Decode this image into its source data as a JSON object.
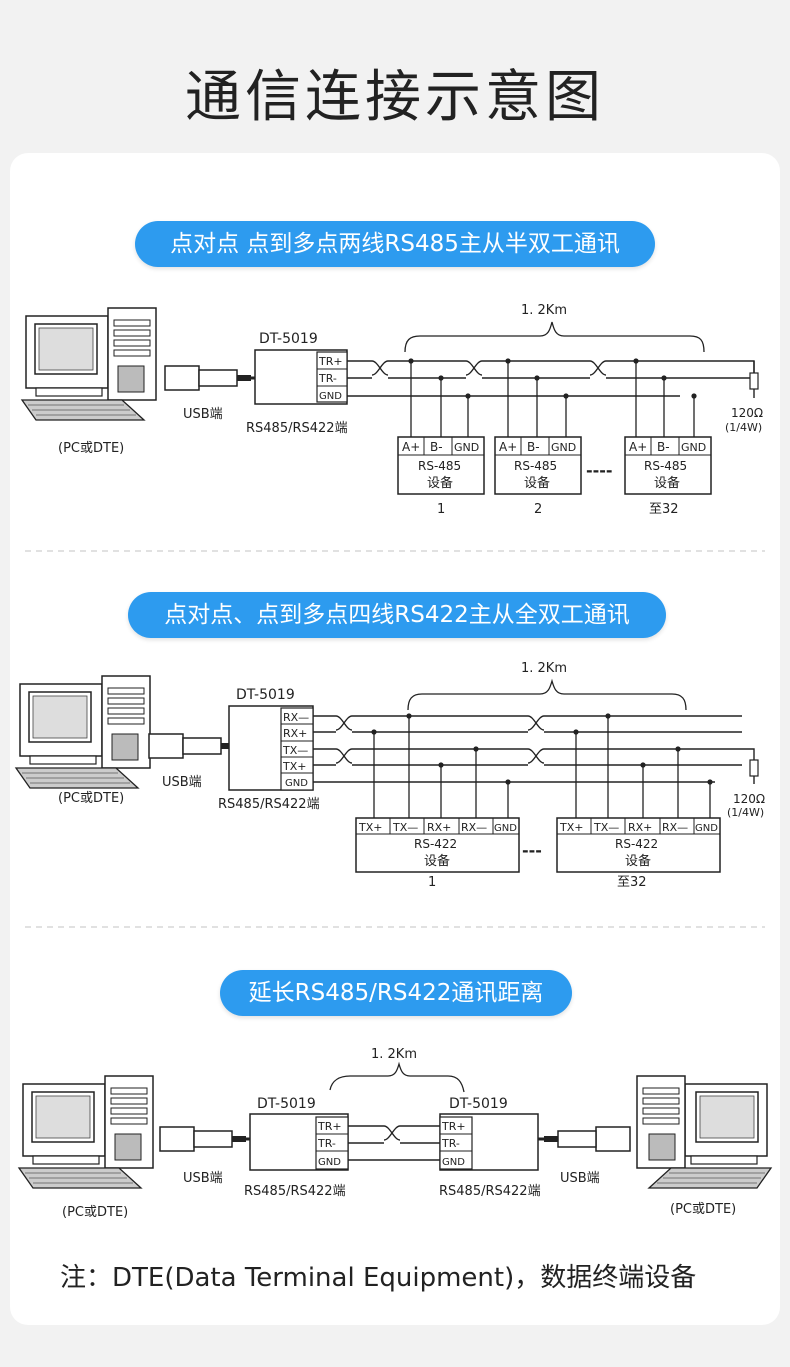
{
  "title": "通信连接示意图",
  "sections": [
    {
      "heading": "点对点 点到多点两线RS485主从半双工通讯",
      "device_name": "DT-5019",
      "distance": "1. 2Km",
      "usb_label": "USB端",
      "pc_label": "(PC或DTE)",
      "port_label": "RS485/RS422端",
      "terminals": [
        "TR+",
        "TR-",
        "GND"
      ],
      "resistor": "120Ω",
      "resistor_power": "(1/4W)",
      "device_pins": [
        "A+",
        "B-",
        "GND"
      ],
      "device_type": "RS-485",
      "device_word": "设备",
      "device_numbers": [
        "1",
        "2",
        "至32"
      ],
      "ellipsis": "----"
    },
    {
      "heading": "点对点、点到多点四线RS422主从全双工通讯",
      "device_name": "DT-5019",
      "distance": "1. 2Km",
      "usb_label": "USB端",
      "pc_label": "(PC或DTE)",
      "port_label": "RS485/RS422端",
      "terminals": [
        "RX—",
        "RX+",
        "TX—",
        "TX+",
        "GND"
      ],
      "resistor": "120Ω",
      "resistor_power": "(1/4W)",
      "device_pins": [
        "TX+",
        "TX—",
        "RX+",
        "RX—",
        "GND"
      ],
      "device_type": "RS-422",
      "device_word": "设备",
      "device_numbers": [
        "1",
        "至32"
      ],
      "ellipsis": "---"
    },
    {
      "heading": "延长RS485/RS422通讯距离",
      "device_name_left": "DT-5019",
      "device_name_right": "DT-5019",
      "distance": "1. 2Km",
      "usb_label": "USB端",
      "pc_label": "(PC或DTE)",
      "port_label": "RS485/RS422端",
      "terminals": [
        "TR+",
        "TR-",
        "GND"
      ]
    }
  ],
  "note": "注：DTE(Data Terminal Equipment)，数据终端设备",
  "colors": {
    "accent": "#2d9bef",
    "background": "#f2f2f2",
    "card": "#ffffff",
    "line": "#222222"
  }
}
